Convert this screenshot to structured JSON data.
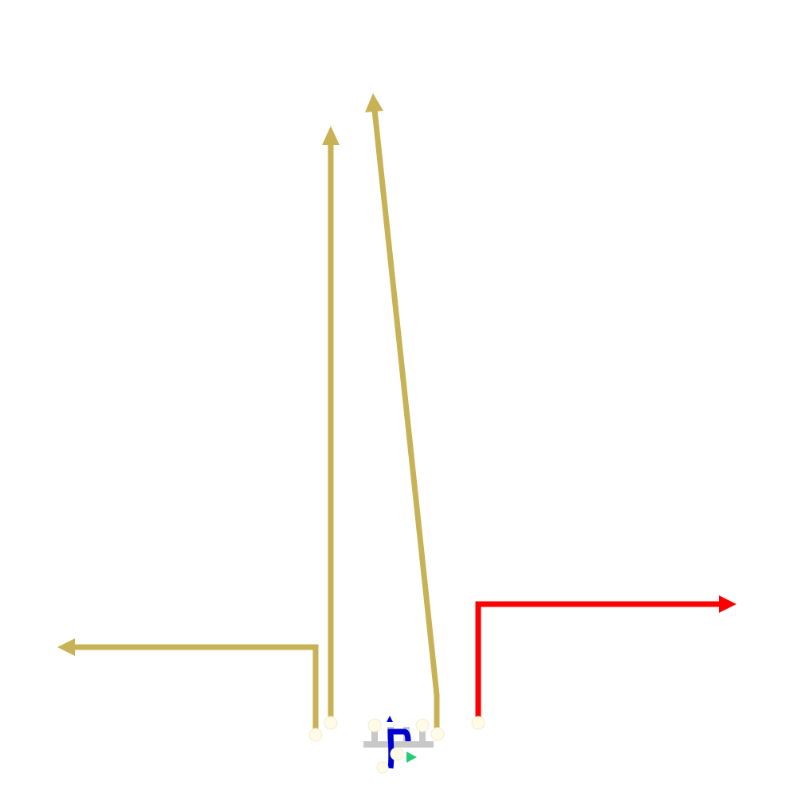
{
  "diagram": {
    "background": "#ffffff",
    "colors": {
      "gold_route": "#c8b256",
      "red_route": "#ff0000",
      "blue_route": "#0000d0",
      "green_marker": "#22cc77",
      "receiver_dot": "#fffbe6",
      "formation_marker": "#c8c8c8"
    },
    "routes": [
      {
        "name": "route-out-left",
        "color_key": "gold_route"
      },
      {
        "name": "route-go-vertical",
        "color_key": "gold_route"
      },
      {
        "name": "route-post-diagonal",
        "color_key": "gold_route"
      },
      {
        "name": "route-out-right",
        "color_key": "red_route"
      }
    ],
    "backfield": {
      "name": "ball-carrier-path",
      "color_key": "blue_route"
    },
    "markers": [
      {
        "name": "receiver-marker-left"
      },
      {
        "name": "receiver-marker-slot"
      },
      {
        "name": "receiver-marker-inside"
      },
      {
        "name": "receiver-marker-right"
      },
      {
        "name": "ball-carrier-marker"
      }
    ],
    "line_icon": "offensive-line-icon",
    "motion_icon": "motion-arrow-icon"
  }
}
